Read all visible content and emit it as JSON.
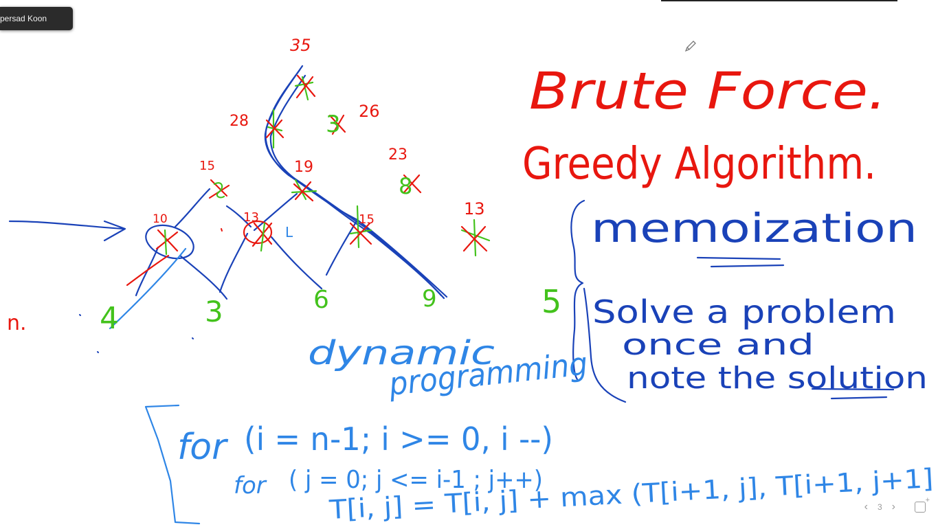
{
  "presenter": {
    "name": "persad Koon"
  },
  "colors": {
    "red": "#e8170f",
    "blue": "#1a42b8",
    "lightblue": "#2f86e6",
    "green": "#43c21c"
  },
  "tree": {
    "totals": [
      "35",
      "28",
      "26",
      "19",
      "15",
      "13",
      "10",
      "15",
      "23",
      "13"
    ],
    "values": [
      "7",
      "3",
      "8",
      "4",
      "3",
      "6",
      "4",
      "9",
      "5"
    ],
    "mark_L": "L",
    "stray_n": "n."
  },
  "headings": {
    "brute": "Brute Force.",
    "greedy": "Greedy Algorithm."
  },
  "memo": {
    "title": "memoization",
    "line1": "Solve a problem",
    "line2": "once and",
    "line3": "note the solution",
    "side_value": "5"
  },
  "dp": {
    "word1": "dynamic",
    "word2": "programming"
  },
  "code": {
    "line1_kw": "for",
    "line1": "(i = n-1; i >= 0, i --)",
    "line2_kw": "for",
    "line2": "( j = 0; j <= i-1 ; j++)",
    "line3": "T[i, j] = T[i, j] + max (T[i+1, j], T[i+1, j+1]"
  },
  "pager": {
    "page": "3",
    "prev": "‹",
    "next": "›"
  }
}
